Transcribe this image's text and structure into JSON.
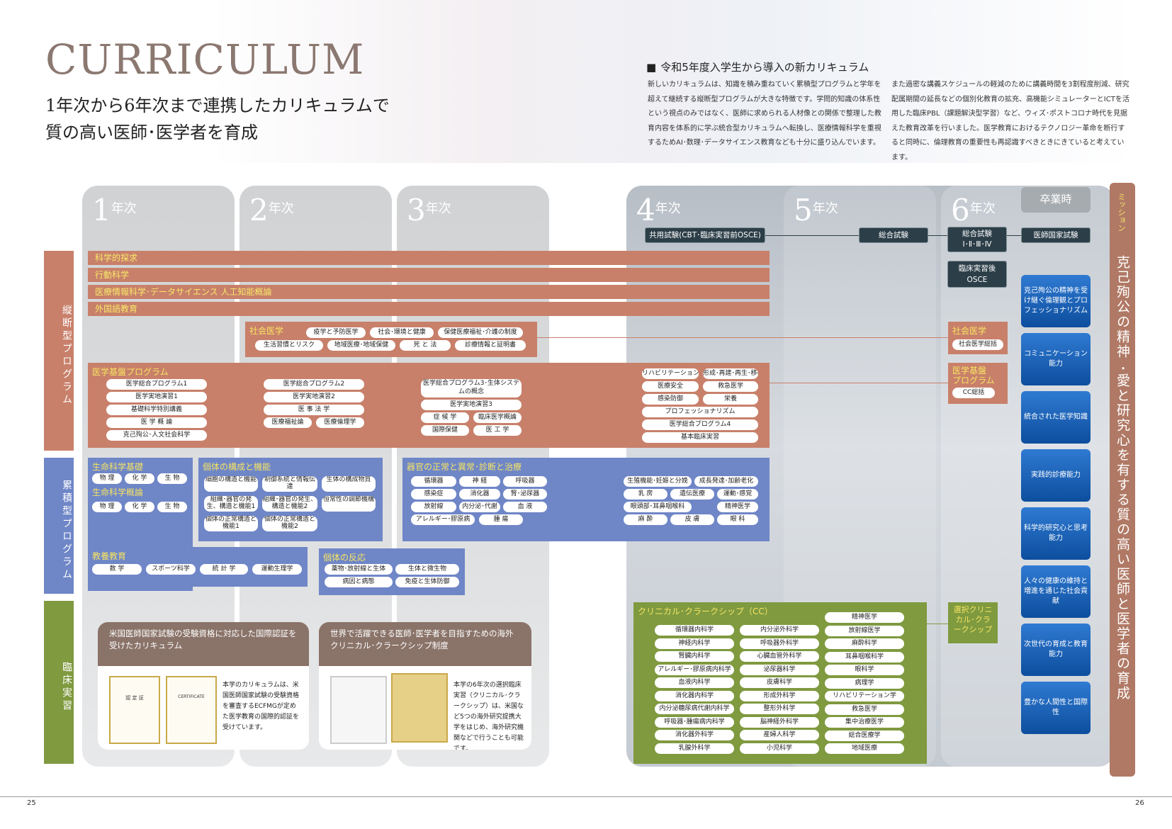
{
  "header": {
    "title": "CURRICULUM",
    "subtitle_line1": "1年次から6年次まで連携したカリキュラムで",
    "subtitle_line2": "質の高い医師･医学者を育成"
  },
  "intro": {
    "heading": "令和5年度入学生から導入の新カリキュラム",
    "para1": "新しいカリキュラムは、知識を積み重ねていく累積型プログラムと学年を超えて継続する縦断型プログラムが大きな特徴です。学問的知識の体系性という視点のみではなく、医師に求められる人材像との関係で整理した教育内容を体系的に学ぶ統合型カリキュラムへ転換し、医療情報科学を重視するためAI･数理･データサイエンス教育なども十分に盛り込んでいます。",
    "para2": "また過密な講義スケジュールの軽減のために講義時間を3割程度削減、研究配属期間の延長などの個別化教育の拡充、高機能シミュレーターとICTを活用した臨床PBL（課題解決型学習）など、ウィズ･ポストコロナ時代を見据えた教育改革を行いました。医学教育におけるテクノロジー革命を断行すると同時に、倫理教育の重要性も再認識すべきときにきていると考えています。"
  },
  "years": [
    {
      "num": "1",
      "label": "年次"
    },
    {
      "num": "2",
      "label": "年次"
    },
    {
      "num": "3",
      "label": "年次"
    },
    {
      "num": "4",
      "label": "年次"
    },
    {
      "num": "5",
      "label": "年次"
    },
    {
      "num": "6",
      "label": "年次"
    }
  ],
  "graduation": "卒業時",
  "exams": {
    "cbt": "共用試験(CBT･臨床実習前OSCE)",
    "comp5": "総合試験",
    "comp6": "総合試験",
    "comp6_sub": "Ⅰ･Ⅱ･Ⅲ･Ⅳ",
    "national": "医師国家試験",
    "osce1": "臨床実習後",
    "osce2": "OSCE"
  },
  "side": {
    "longitudinal": "縦断型プログラム",
    "cumulative": "累積型プログラム",
    "clinical": "臨床実習"
  },
  "bars": [
    "科学的探求",
    "行動科学",
    "医療情報科学･データサイエンス 人工知能概論",
    "外国語教育"
  ],
  "social": {
    "title": "社会医学",
    "items": [
      "疫学と予防医学",
      "社会･環境と健康",
      "保健医療福祉･介護の制度",
      "生活習慣とリスク",
      "地域医療･地域保健",
      "死 と 法",
      "診療情報と証明書"
    ],
    "y6title": "社会医学",
    "y6item": "社会医学総括"
  },
  "basic": {
    "title": "医学基盤プログラム",
    "y1": [
      "医学総合プログラム1",
      "医学実地演習1",
      "基礎科学特別講義",
      "医 学 概 論",
      "克己殉公･人文社会科学"
    ],
    "y2": [
      "医学総合プログラム2",
      "医学実地演習2",
      "医 事 法 学",
      "医療福祉論",
      "医療倫理学"
    ],
    "y3": [
      "医学総合プログラム3･生体システムの概念",
      "医学実地演習3",
      "症 候 学",
      "臨床医学概論",
      "国際保健",
      "医 工 学"
    ],
    "y4": [
      "リハビリテーション",
      "形成･再建･再生･移植",
      "医療安全",
      "救急医学",
      "感染防御",
      "栄養",
      "プロフェッショナリズム",
      "医学総合プログラム4",
      "基本臨床実習"
    ],
    "y6title1": "医学基盤",
    "y6title2": "プログラム",
    "y6item": "CC総括"
  },
  "life": {
    "title1": "生命科学基礎",
    "items1": [
      "物 理",
      "化 学",
      "生 物"
    ],
    "title2": "生命科学概論",
    "items2": [
      "物 理",
      "化 学",
      "生 物"
    ]
  },
  "body": {
    "title": "個体の構成と機能",
    "items": [
      "細胞の構造と機能",
      "制御系統と情報伝達",
      "生体の構成物質",
      "組織･器官の発生、構造と機能1",
      "組織･器官の発生、構造と機能2",
      "恒常性の調節機構",
      "個体の正常構造と機能1",
      "個体の正常構造と機能2"
    ]
  },
  "organ": {
    "title": "器官の正常と異常･診断と治療",
    "items": [
      "循環器",
      "神 経",
      "呼吸器",
      "感染症",
      "消化器",
      "腎･泌尿器",
      "放射線",
      "内分泌･代謝",
      "血 液",
      "アレルギー･膠原病",
      "腫 瘍"
    ],
    "y4": [
      "生殖機能･妊娠と分娩",
      "成長発達･加齢老化",
      "乳 房",
      "遺伝医療",
      "運動･感覚",
      "眼頭部･耳鼻咽喉科",
      "精神医学",
      "麻 酔",
      "皮 膚",
      "眼 科"
    ]
  },
  "culture": {
    "title": "教養教育",
    "items": [
      "数 学",
      "スポーツ科学",
      "統 計 学",
      "運動生理学"
    ]
  },
  "reaction": {
    "title": "個体の反応",
    "items": [
      "薬物･放射線と生体",
      "生体と微生物",
      "病因と病態",
      "免疫と生体防御"
    ]
  },
  "cc": {
    "title": "クリニカル･クラークシップ（CC）",
    "col1": [
      "循環器内科学",
      "神経内科学",
      "腎臓内科学",
      "アレルギー･膠原病内科学",
      "血液内科学",
      "消化器内科学",
      "内分泌糖尿病代謝内科学",
      "呼吸器･腫瘍病内科学",
      "消化器外科学",
      "乳腺外科学"
    ],
    "col2": [
      "内分泌外科学",
      "呼吸器外科学",
      "心臓血管外科学",
      "泌尿器科学",
      "皮膚科学",
      "形成外科学",
      "整形外科学",
      "脳神経外科学",
      "産婦人科学",
      "小児科学"
    ],
    "col3": [
      "精神医学",
      "放射線医学",
      "麻酔科学",
      "耳鼻咽喉科学",
      "眼科学",
      "病理学",
      "リハビリテーション学",
      "救急医学",
      "集中治療医学",
      "総合医療学",
      "地域医療"
    ],
    "elective": "選択クリニカル･クラークシップ"
  },
  "cards": {
    "card1_head": "米国医師国家試験の受験資格に対応した国際認証を受けたカリキュラム",
    "card1_text": "本学のカリキュラムは、米国医師国家試験の受験資格を審査するECFMGが定めた医学教育の国際的認証を受けています。",
    "card2_head": "世界で活躍できる医師･医学者を目指すための海外クリニカル･クラークシップ制度",
    "card2_text": "本学の6年次の選択臨床実習（クリニカル･クラークシップ）は、米国など5つの海外研究提携大学をはじめ、海外研究機関などで行うことも可能です。",
    "cert1": "認 定 証",
    "cert2": "CERTIFICATE"
  },
  "mission": {
    "label": "ミッション",
    "text": "克己殉公の精神 ･愛と研究心を有する質の高い医師と医学者の育成",
    "items": [
      "克己殉公の精神を受け継ぐ倫理観とプロフェッショナリズム",
      "コミュニケーション能力",
      "統合された医学知識",
      "実践的診療能力",
      "科学的研究心と思考能力",
      "人々の健康の維持と増進を通じた社会貢献",
      "次世代の育成と教育能力",
      "豊かな人間性と国際性"
    ]
  },
  "pages": {
    "left": "25",
    "right": "26"
  },
  "colors": {
    "brown": "#c8806a",
    "blue": "#6f86c7",
    "green": "#7f9a3f",
    "darkbox": "#2c3e48",
    "mission": "#0d4e9e",
    "title": "#8b7870"
  }
}
